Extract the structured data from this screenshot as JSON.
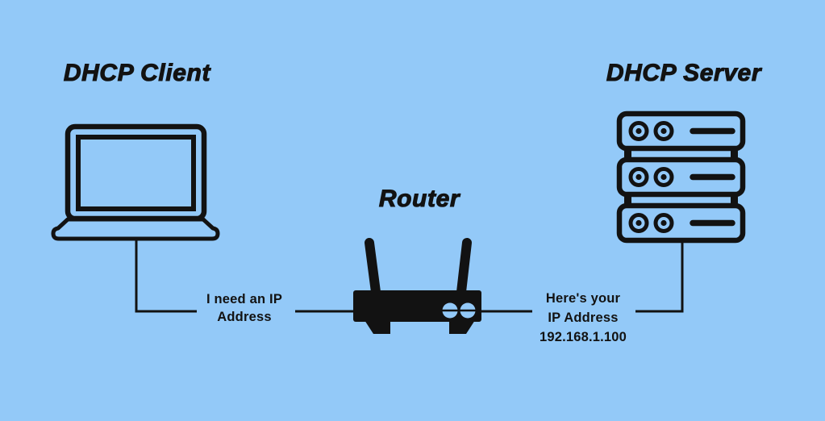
{
  "canvas": {
    "background_color": "#93C9F8",
    "ink_color": "#121212"
  },
  "nodes": {
    "client": {
      "label": "DHCP Client",
      "icon": "laptop-icon"
    },
    "router": {
      "label": "Router",
      "icon": "router-icon"
    },
    "server": {
      "label": "DHCP Server",
      "icon": "server-icon"
    }
  },
  "messages": {
    "request": {
      "lines": [
        "I need an IP",
        "Address"
      ]
    },
    "reply": {
      "lines": [
        "Here's your",
        "IP Address",
        "192.168.1.100"
      ]
    }
  }
}
